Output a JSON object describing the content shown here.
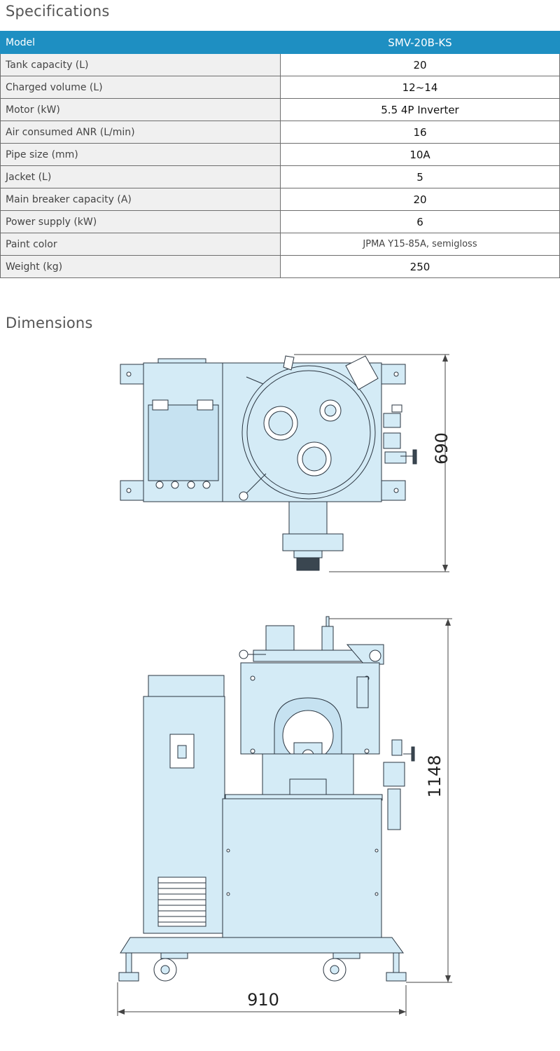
{
  "specifications": {
    "title": "Specifications",
    "header": {
      "label": "Model",
      "value": "SMV-20B-KS"
    },
    "rows": [
      {
        "label": "Tank capacity (L)",
        "value": "20"
      },
      {
        "label": "Charged volume (L)",
        "value": "12~14"
      },
      {
        "label": "Motor (kW)",
        "value": "5.5 4P Inverter"
      },
      {
        "label": "Air consumed ANR (L/min)",
        "value": "16"
      },
      {
        "label": "Pipe size (mm)",
        "value": "10A"
      },
      {
        "label": "Jacket  (L)",
        "value": "5"
      },
      {
        "label": "Main breaker capacity (A)",
        "value": "20"
      },
      {
        "label": "Power supply (kW)",
        "value": "6"
      },
      {
        "label": "Paint color",
        "value": "JPMA Y15-85A, semigloss"
      },
      {
        "label": "Weight (kg)",
        "value": "250"
      }
    ]
  },
  "dimensions": {
    "title": "Dimensions",
    "top_view_depth": "690",
    "front_view_height": "1148",
    "front_view_width": "910"
  },
  "colors": {
    "header_bg": "#1e8fc2",
    "machine_fill": "#d4ebf6"
  }
}
